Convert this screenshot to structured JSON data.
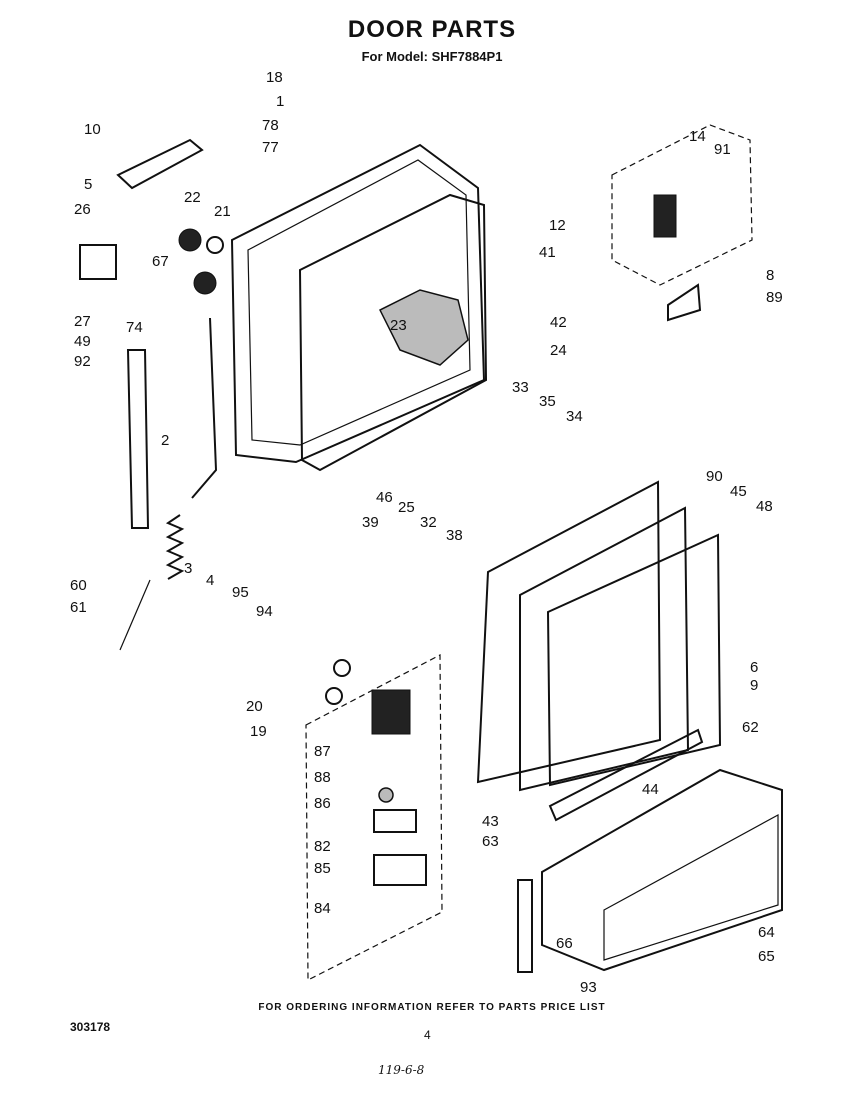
{
  "title": "DOOR PARTS",
  "subtitle": "For Model: SHF7884P1",
  "footer_note": "FOR ORDERING INFORMATION REFER TO PARTS PRICE LIST",
  "doc_number": "303178",
  "page_number": "4",
  "handwritten_note": "119-6-8",
  "part_labels": [
    "18",
    "1",
    "10",
    "78",
    "77",
    "14",
    "91",
    "5",
    "26",
    "22",
    "21",
    "12",
    "41",
    "8",
    "67",
    "89",
    "27",
    "74",
    "23",
    "42",
    "49",
    "92",
    "24",
    "33",
    "35",
    "34",
    "2",
    "90",
    "45",
    "48",
    "60",
    "3",
    "4",
    "46",
    "39",
    "25",
    "32",
    "38",
    "61",
    "95",
    "94",
    "6",
    "9",
    "20",
    "19",
    "87",
    "62",
    "88",
    "44",
    "86",
    "43",
    "63",
    "82",
    "85",
    "84",
    "64",
    "66",
    "65",
    "93"
  ]
}
